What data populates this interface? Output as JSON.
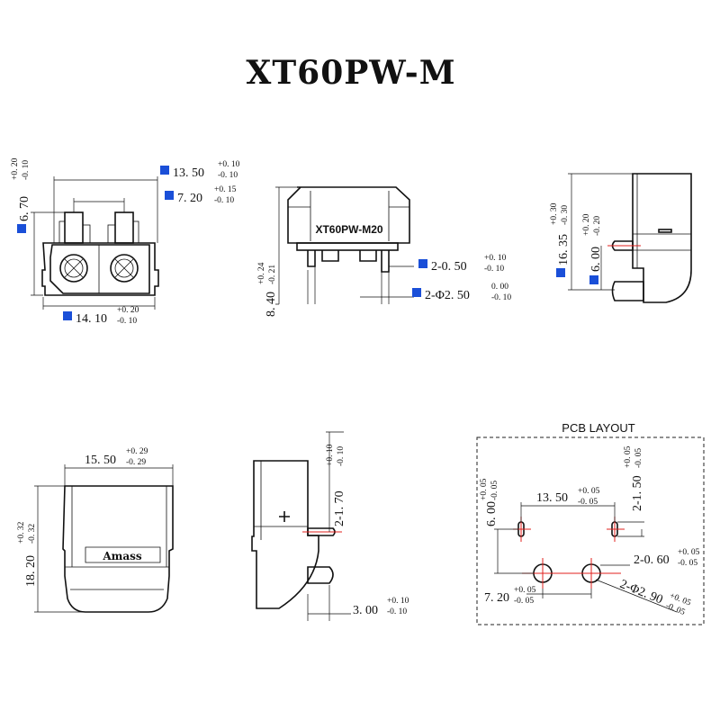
{
  "title": "XT60PW-M",
  "views": {
    "front": {
      "dims": [
        {
          "value": "13. 50",
          "tol_plus": "+0. 10",
          "tol_minus": "-0. 10"
        },
        {
          "value": "7. 20",
          "tol_plus": "+0. 15",
          "tol_minus": "-0. 10"
        },
        {
          "value": "6. 70",
          "tol_plus": "+0. 20",
          "tol_minus": "-0. 10"
        },
        {
          "value": "14. 10",
          "tol_plus": "+0. 20",
          "tol_minus": "-0. 10"
        }
      ]
    },
    "top": {
      "marking": "XT60PW-M20",
      "dims": [
        {
          "value": "8. 40",
          "tol_plus": "+0. 24",
          "tol_minus": "-0. 21"
        },
        {
          "value": "2-0. 50",
          "tol_plus": "+0. 10",
          "tol_minus": "-0. 10"
        },
        {
          "value": "2-Φ2. 50",
          "tol_plus": "0. 00",
          "tol_minus": "-0. 10"
        }
      ]
    },
    "side": {
      "dims": [
        {
          "value": "16. 35",
          "tol_plus": "+0. 30",
          "tol_minus": "-0. 30"
        },
        {
          "value": "6. 00",
          "tol_plus": "+0. 20",
          "tol_minus": "-0. 20"
        }
      ]
    },
    "rear": {
      "brand": "Amass",
      "dims": [
        {
          "value": "15. 50",
          "tol_plus": "+0. 29",
          "tol_minus": "-0. 29"
        },
        {
          "value": "18. 20",
          "tol_plus": "+0. 32",
          "tol_minus": "-0. 32"
        }
      ]
    },
    "profile": {
      "dims": [
        {
          "value": "2-1. 70",
          "tol_plus": "+0. 10",
          "tol_minus": "-0. 10"
        },
        {
          "value": "3. 00",
          "tol_plus": "+0. 10",
          "tol_minus": "-0. 10"
        }
      ]
    },
    "pcb": {
      "label": "PCB LAYOUT",
      "dims": [
        {
          "value": "6. 00",
          "tol_plus": "+0. 05",
          "tol_minus": "-0. 05"
        },
        {
          "value": "13. 50",
          "tol_plus": "+0. 05",
          "tol_minus": "-0. 05"
        },
        {
          "value": "2-1. 50",
          "tol_plus": "+0. 05",
          "tol_minus": "-0. 05"
        },
        {
          "value": "2-0. 60",
          "tol_plus": "+0. 05",
          "tol_minus": "-0. 05"
        },
        {
          "value": "7. 20",
          "tol_plus": "+0. 05",
          "tol_minus": "-0. 05"
        },
        {
          "value": "2-Φ2. 90",
          "tol_plus": "+0. 05",
          "tol_minus": "-0. 05"
        }
      ]
    }
  },
  "colors": {
    "dimension_marker": "#1a4fd8",
    "centerline": "#e0201e"
  }
}
